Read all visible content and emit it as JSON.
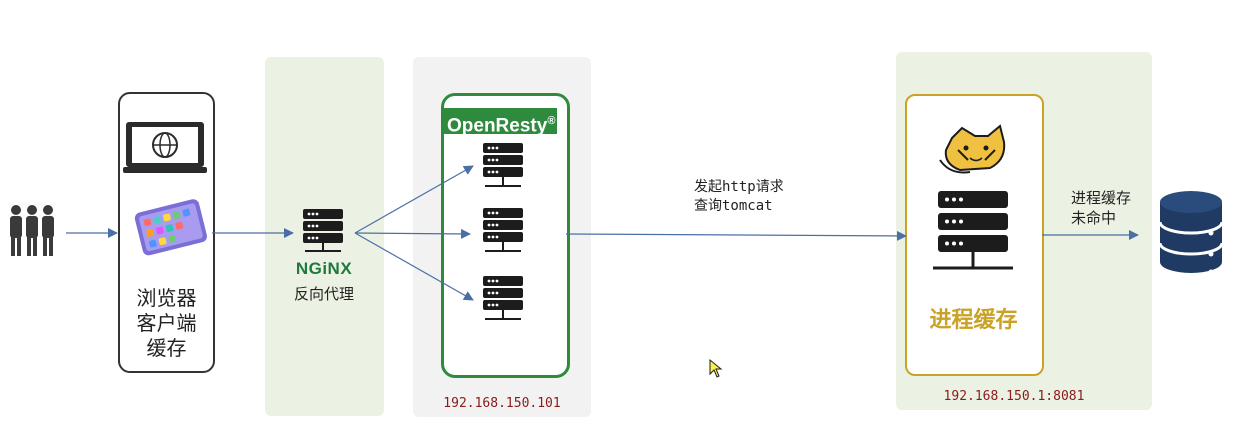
{
  "client": {
    "title_line1": "浏览器",
    "title_line2": "客户端",
    "title_line3": "缓存"
  },
  "nginx": {
    "logo_text": "NGiNX",
    "caption": "反向代理"
  },
  "openresty": {
    "title": "OpenResty",
    "title_mark": "®",
    "ip": "192.168.150.101"
  },
  "request": {
    "line1": "发起http请求",
    "line2": "查询tomcat"
  },
  "tomcat": {
    "title": "进程缓存",
    "ip": "192.168.150.1:8081"
  },
  "db_edge": {
    "line1": "进程缓存",
    "line2": "未命中"
  },
  "colors": {
    "green_panel": "#ecf2e3",
    "gray_panel": "#f2f2f2",
    "openresty_green": "#2e8b3e",
    "tomcat_gold": "#c9a227",
    "server_dark": "#1c1c1c",
    "server_green": "#1e7a3c",
    "arrow": "#4a6fa5",
    "db_blue": "#1f3b63",
    "ip_red": "#8b1a1a"
  }
}
